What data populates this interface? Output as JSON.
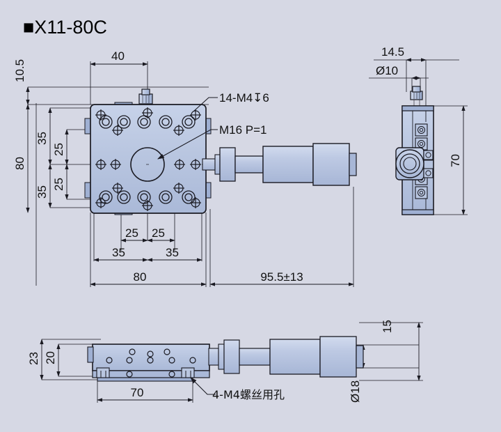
{
  "title": "■X11-80C",
  "background_color": "#d6d8e4",
  "part_fill_color": "#b9c6e0",
  "line_color": "#1a1a22",
  "views": {
    "top": {
      "name": "top-view",
      "dimensions": {
        "height_offset": "10.5",
        "top_width": "40",
        "left_total": "80",
        "left_upper_35": "35",
        "left_lower_35": "35",
        "left_upper_25": "25",
        "left_lower_25": "25",
        "bottom_left_25": "25",
        "bottom_right_25": "25",
        "bottom_left_35": "35",
        "bottom_right_35": "35",
        "bottom_total": "80",
        "travel": "95.5±13"
      },
      "callouts": {
        "holes": "14-M4↧6",
        "thread": "M16 P=1"
      }
    },
    "side": {
      "name": "side-view",
      "dimensions": {
        "knob_offset": "14.5",
        "knob_diameter": "Ø10",
        "height": "70"
      }
    },
    "front": {
      "name": "front-view",
      "dimensions": {
        "total_height": "23",
        "body_height": "20",
        "base_width": "70",
        "micrometer_axis": "15",
        "barrel_diameter": "Ø18"
      },
      "callouts": {
        "screw_holes": "4-M4螺丝用孔"
      }
    }
  }
}
